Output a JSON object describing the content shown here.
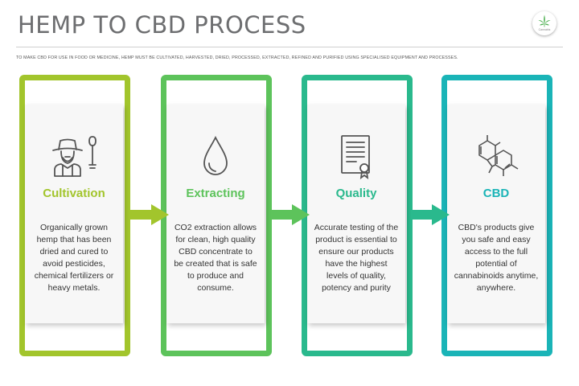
{
  "header": {
    "title": "HEMP TO CBD PROCESS",
    "subtitle": "TO MAKE CBD FOR USE IN FOOD OR MEDICINE, HEMP MUST BE CULTIVATED, HARVESTED, DRIED, PROCESSED, EXTRACTED, REFINED AND PURIFIED USING SPECIALISED EQUIPMENT AND PROCESSES.",
    "logo_text": "Cannabis",
    "logo_icon": "cannabis-leaf-icon"
  },
  "steps": [
    {
      "title": "Cultivation",
      "text": "Organically grown hemp that has been dried and cured to avoid pesticides, chemical fertilizers or heavy metals.",
      "color": "#a2c52c",
      "icon": "farmer-icon"
    },
    {
      "title": "Extracting",
      "text": "CO2 extraction allows for clean, high quality CBD concentrate to be created that is safe to produce and consume.",
      "color": "#5dc35b",
      "icon": "drop-icon"
    },
    {
      "title": "Quality",
      "text": "Accurate testing of the product is essential to ensure our products have the highest levels of quality, potency and purity",
      "color": "#2ab98d",
      "icon": "certificate-icon"
    },
    {
      "title": "CBD",
      "text": "CBD's products give you safe and easy access to the full potential of cannabinoids anytime, anywhere.",
      "color": "#1ab4b7",
      "icon": "cbd-molecule-icon"
    }
  ],
  "colors": {
    "title": "#6d6e70",
    "icon_stroke": "#555555"
  }
}
